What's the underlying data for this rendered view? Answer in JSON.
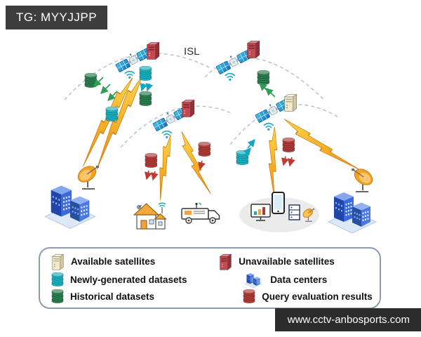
{
  "overlays": {
    "top_left_tag": "TG: MYYJJPP",
    "bottom_right_watermark": "www.cctv-anbosports.com"
  },
  "diagram": {
    "isl_label": "ISL",
    "elements": [
      "satellite-constellation-linked-by-isl",
      "unavailable-satellites-x3",
      "available-satellite-x1",
      "ground-data-center-left",
      "ground-data-center-right",
      "ground-dish-left",
      "ground-dish-right",
      "house-user",
      "communication-van-user",
      "mobile-devices-user-group",
      "newly-generated-dataset-stacks",
      "historical-dataset-stacks",
      "query-evaluation-result-stacks",
      "downlink-lightning-bolts"
    ]
  },
  "legend": {
    "items": [
      {
        "icon": "available-satellite-server-icon",
        "label": "Available satellites"
      },
      {
        "icon": "unavailable-satellite-server-icon",
        "label": "Unavailable satellites"
      },
      {
        "icon": "newly-generated-datasets-icon",
        "label": "Newly-generated datasets"
      },
      {
        "icon": "data-centers-icon",
        "label": "Data centers"
      },
      {
        "icon": "historical-datasets-icon",
        "label": "Historical datasets"
      },
      {
        "icon": "query-evaluation-results-icon",
        "label": "Query evaluation results"
      }
    ]
  },
  "colors": {
    "tag_background": "#3e3e3e",
    "watermark_background": "#2c2c2c",
    "newly_generated_dataset": "#17b0bf",
    "historical_dataset": "#2a7d4f",
    "query_evaluation_result": "#b03a36",
    "satellite_panel_blue": "#1e8fd0",
    "lightning_bolt_orange": "#f6a21d",
    "data_center_blue": "#3a6ade",
    "dish_orange": "#f6a31f"
  }
}
